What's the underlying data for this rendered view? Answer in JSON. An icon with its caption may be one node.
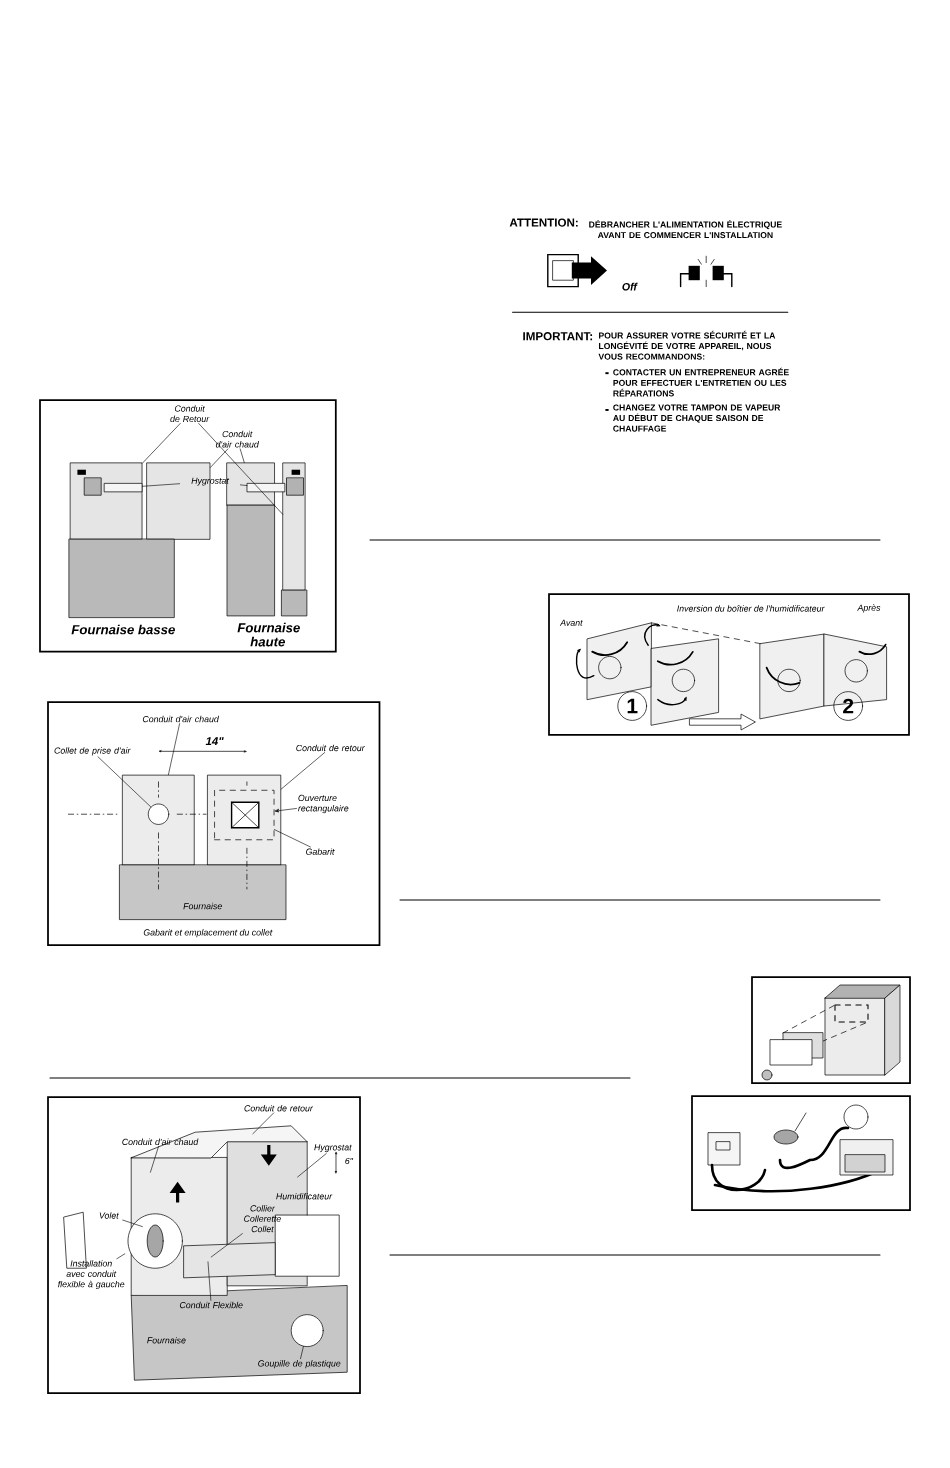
{
  "diagram": {
    "nodes": [
      {
        "text": [
          "Conduit de Retour"
        ]
      },
      {
        "text": [
          "Conduit d'air chaud"
        ]
      },
      {
        "text": [
          "Hygrostat"
        ]
      },
      {
        "text": [
          "Conduit d'air chaud"
        ]
      },
      {
        "text": [
          "Collet de prise d'air"
        ]
      },
      {
        "text": [
          "Conduit de retour"
        ]
      },
      {
        "text": [
          "Ouverture rectangulaire"
        ]
      },
      {
        "text": [
          "Gabarit"
        ]
      },
      {
        "text": [
          "Conduit d'air chaud"
        ]
      },
      {
        "text": [
          "Conduit de retour"
        ]
      },
      {
        "text": [
          "Hygrostat"
        ]
      },
      {
        "text": [
          "Volet"
        ]
      },
      {
        "text": [
          "Collier Collerette Collet"
        ]
      },
      {
        "text": [
          "Installation avec conduit flexible à gauche"
        ]
      },
      {
        "text": [
          "Conduit Flexible"
        ]
      },
      {
        "text": [
          "Goupille de plastique"
        ]
      },
      {
        "text": [],
        "shape": "box"
      },
      {
        "text": [],
        "shape": "box"
      },
      {
        "text": [],
        "shape": "box"
      },
      {
        "text": [],
        "shape": "box"
      },
      {
        "text": [],
        "shape": "box"
      },
      {
        "text": [],
        "shape": "box"
      },
      {
        "text": [],
        "shape": "circle"
      },
      {
        "text": [],
        "shape": "box",
        "in": 16
      },
      {
        "text": [],
        "shape": "box"
      },
      {
        "text": [],
        "shape": "circle",
        "in": 20
      },
      {
        "text": [],
        "shape": "box",
        "in": 21
      }
    ],
    "edges": [
      {
        "from": 0,
        "to": 16,
        "arrow": "none"
      },
      {
        "from": 0,
        "to": 19,
        "arrow": "none"
      },
      {
        "from": 1,
        "to": 17,
        "arrow": "none"
      },
      {
        "from": 1,
        "to": 18,
        "arrow": "none"
      },
      {
        "from": 2,
        "to": 23,
        "arrow": "none"
      },
      {
        "from": 2,
        "to": 24,
        "arrow": "none"
      },
      {
        "from": 3,
        "to": 20,
        "arrow": "none"
      },
      {
        "from": 4,
        "to": 25,
        "arrow": "none"
      },
      {
        "from": 5,
        "to": 21,
        "arrow": "none"
      },
      {
        "from": 6,
        "to": 26,
        "arrow": "to"
      },
      {
        "from": 7,
        "to": 26,
        "arrow": "none"
      },
      {
        "from": 8,
        "to": null,
        "arrow": "none"
      },
      {
        "from": 9,
        "to": null,
        "arrow": "none"
      },
      {
        "from": 10,
        "to": null,
        "arrow": "none"
      },
      {
        "from": 11,
        "to": null,
        "arrow": "none"
      },
      {
        "from": 12,
        "to": null,
        "arrow": "none"
      },
      {
        "from": 13,
        "to": null,
        "arrow": "none"
      },
      {
        "from": 14,
        "to": null,
        "arrow": "none"
      },
      {
        "from": 15,
        "to": 22,
        "arrow": "none"
      }
    ],
    "labels": [
      "ATTENTION:",
      "DÉBRANCHER L'ALIMENTATION ÉLECTRIQUE AVANT DE COMMENCER L'INSTALLATION",
      "Off",
      "IMPORTANT:",
      "POUR ASSURER VOTRE SÉCURITÉ ET LA LONGÉVITÉ DE VOTRE APPAREIL, NOUS VOUS RECOMMANDONS:",
      "CONTACTER UN ENTREPRENEUR AGRÉE POUR EFFECTUER L'ENTRETIEN OU LES RÉPARATIONS",
      "CHANGEZ VOTRE TAMPON DE VAPEUR AU DÉBUT DE CHAQUE SAISON DE CHAUFFAGE",
      "Fournaise basse",
      "Fournaise haute",
      "Inversion du boîtier de l'humidificateur",
      "Avant",
      "Après",
      "1",
      "2",
      "14\"",
      "Fournaise",
      "Gabarit et emplacement du collet",
      "Humidificateur",
      "6\"",
      "Fournaise"
    ]
  }
}
